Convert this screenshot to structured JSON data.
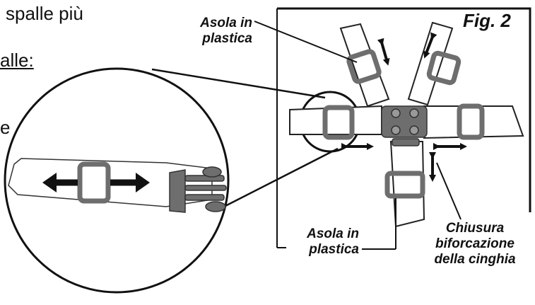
{
  "text": {
    "line1": "spalle più",
    "line2": "alle:",
    "line3": "e"
  },
  "figure": {
    "label": "Fig. 2"
  },
  "labels": {
    "top_loop": [
      "Asola in",
      "plastica"
    ],
    "bottom_loop": [
      "Asola in",
      "plastica"
    ],
    "buckle": [
      "Chiusura",
      "biforcazione",
      "della cinghia"
    ]
  },
  "colors": {
    "ink": "#111111",
    "buckle_gray": "#6e6e6e",
    "strap_fill": "#ffffff"
  }
}
